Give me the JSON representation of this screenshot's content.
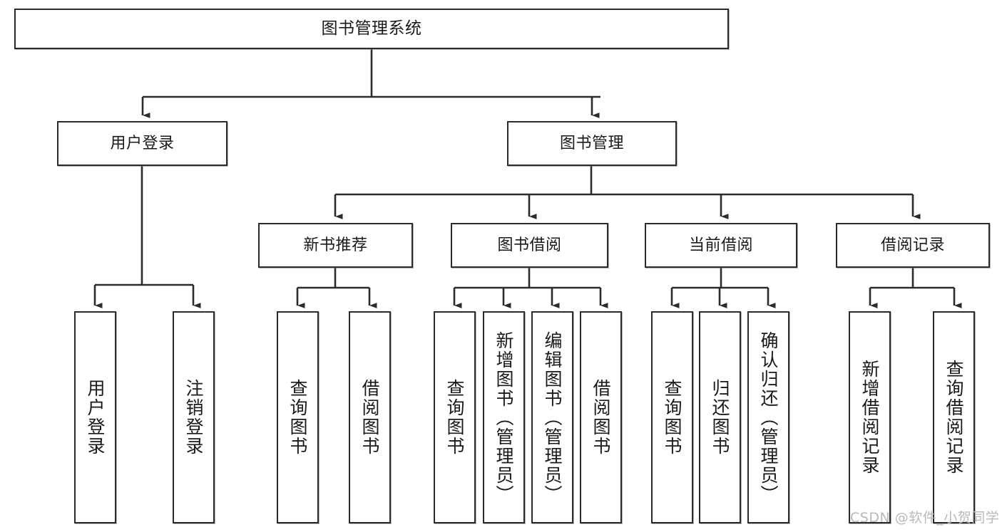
{
  "diagram": {
    "type": "tree",
    "title": "图书管理系统",
    "orientation": "top-down",
    "nodes": {
      "root": {
        "label": "图书管理系统",
        "level": 1
      },
      "user_login": {
        "label": "用户登录",
        "level": 2
      },
      "book_manage": {
        "label": "图书管理",
        "level": 2
      },
      "new_book_rec": {
        "label": "新书推荐",
        "level": 3
      },
      "book_borrow": {
        "label": "图书借阅",
        "level": 3
      },
      "current_borrow": {
        "label": "当前借阅",
        "level": 3
      },
      "borrow_record": {
        "label": "借阅记录",
        "level": 3
      },
      "leaf_user_login": {
        "label": "用户登录",
        "level": 4
      },
      "leaf_logout": {
        "label": "注销登录",
        "level": 4
      },
      "leaf_query_book_1": {
        "label": "查询图书",
        "level": 4
      },
      "leaf_borrow_book_1": {
        "label": "借阅图书",
        "level": 4
      },
      "leaf_query_book_2": {
        "label": "查询图书",
        "level": 4
      },
      "leaf_add_book": {
        "label": "新增图书（管理员）",
        "level": 4
      },
      "leaf_edit_book": {
        "label": "编辑图书（管理员）",
        "level": 4
      },
      "leaf_borrow_book_2": {
        "label": "借阅图书",
        "level": 4
      },
      "leaf_query_book_3": {
        "label": "查询图书",
        "level": 4
      },
      "leaf_return_book": {
        "label": "归还图书",
        "level": 4
      },
      "leaf_confirm_return": {
        "label": "确认归还（管理员）",
        "level": 4
      },
      "leaf_add_record": {
        "label": "新增借阅记录",
        "level": 4
      },
      "leaf_query_record": {
        "label": "查询借阅记录",
        "level": 4
      }
    },
    "edges": [
      {
        "from": "root",
        "to": "user_login"
      },
      {
        "from": "root",
        "to": "book_manage"
      },
      {
        "from": "user_login",
        "to": "leaf_user_login"
      },
      {
        "from": "user_login",
        "to": "leaf_logout"
      },
      {
        "from": "book_manage",
        "to": "new_book_rec"
      },
      {
        "from": "book_manage",
        "to": "book_borrow"
      },
      {
        "from": "book_manage",
        "to": "current_borrow"
      },
      {
        "from": "book_manage",
        "to": "borrow_record"
      },
      {
        "from": "new_book_rec",
        "to": "leaf_query_book_1"
      },
      {
        "from": "new_book_rec",
        "to": "leaf_borrow_book_1"
      },
      {
        "from": "book_borrow",
        "to": "leaf_query_book_2"
      },
      {
        "from": "book_borrow",
        "to": "leaf_add_book"
      },
      {
        "from": "book_borrow",
        "to": "leaf_edit_book"
      },
      {
        "from": "book_borrow",
        "to": "leaf_borrow_book_2"
      },
      {
        "from": "current_borrow",
        "to": "leaf_query_book_3"
      },
      {
        "from": "current_borrow",
        "to": "leaf_return_book"
      },
      {
        "from": "current_borrow",
        "to": "leaf_confirm_return"
      },
      {
        "from": "borrow_record",
        "to": "leaf_add_record"
      },
      {
        "from": "borrow_record",
        "to": "leaf_query_record"
      }
    ],
    "colors": {
      "line": "#2b2b2b",
      "box_border": "#2b2b2b",
      "box_fill": "#ffffff",
      "text": "#1a1a1a",
      "watermark": "#b9b9b9"
    }
  },
  "watermark": {
    "text": "CSDN @软件_小贺同学"
  }
}
